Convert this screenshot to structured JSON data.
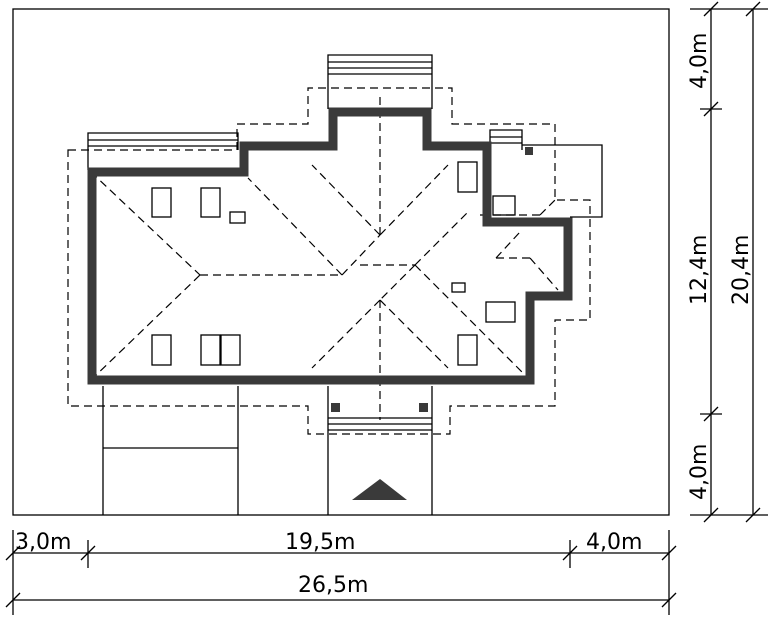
{
  "diagram": {
    "type": "site-plan",
    "dimensions": {
      "left_offset": "3,0m",
      "house_width": "19,5m",
      "right_offset": "4,0m",
      "total_width": "26,5m",
      "top_offset": "4,0m",
      "house_depth": "12,4m",
      "bottom_offset": "4,0m",
      "total_depth": "20,4m"
    },
    "colors": {
      "wall": "#3a3a3a",
      "line": "#000000",
      "background": "#ffffff"
    },
    "icons": {
      "entrance": "north-arrow-triangle-icon"
    }
  }
}
